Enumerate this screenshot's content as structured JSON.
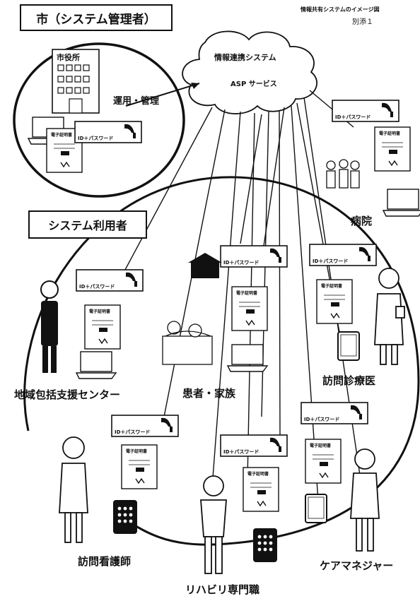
{
  "header": {
    "caption": "情報共有システムのイメージ図",
    "attachment": "別添１"
  },
  "admin_box": {
    "label": "市（システム管理者）"
  },
  "city_hall": {
    "label": "市役所"
  },
  "operation": {
    "label": "運用・管理"
  },
  "cloud": {
    "title": "情報連携システム",
    "service": "ASP サービス"
  },
  "users_box": {
    "label": "システム利用者"
  },
  "card": {
    "text": "ID＋パスワード"
  },
  "doc": {
    "title": "電子証明書"
  },
  "nodes": {
    "hospital": "病院",
    "community_center": "地域包括支援センター",
    "patient_family": "患者・家族",
    "home_doctor": "訪問診療医",
    "visiting_nurse": "訪問看護師",
    "rehab": "リハビリ専門職",
    "care_manager": "ケアマネジャー"
  },
  "colors": {
    "ink": "#111111",
    "paper": "#ffffff",
    "shade": "#666666"
  }
}
